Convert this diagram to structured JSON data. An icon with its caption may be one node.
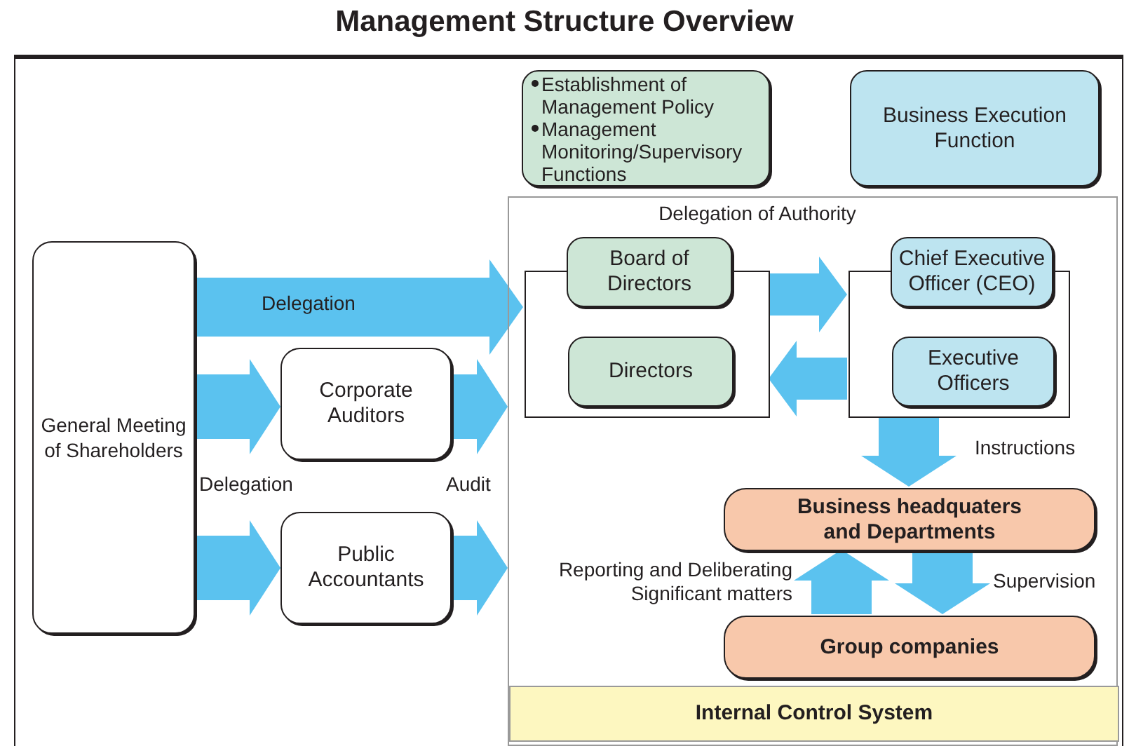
{
  "diagram": {
    "title": "Management Structure Overview",
    "nodes": [
      {
        "text": [
          "Establishment of Management Policy",
          "Management Monitoring/Supervisory Functions"
        ]
      },
      {
        "text": [
          "Business Execution Function"
        ]
      },
      {
        "text": [],
        "shape": "box"
      },
      {
        "text": [],
        "shape": "box",
        "in": 2
      },
      {
        "text": [
          "Board of Directors"
        ],
        "in": 2
      },
      {
        "text": [
          "Directors"
        ],
        "in": 3
      },
      {
        "text": [],
        "shape": "box",
        "in": 2
      },
      {
        "text": [
          "Chief Executive Officer (CEO)"
        ],
        "in": 2
      },
      {
        "text": [
          "Executive Officers"
        ],
        "in": 6
      },
      {
        "text": [
          "General Meeting of Shareholders"
        ]
      },
      {
        "text": [
          "Corporate Auditors"
        ]
      },
      {
        "text": [
          "Public Accountants"
        ]
      },
      {
        "text": [
          "Business headquaters and Departments"
        ],
        "in": 2
      },
      {
        "text": [
          "Group companies"
        ],
        "in": 2
      },
      {
        "text": [
          "Internal Control System"
        ],
        "in": 2
      }
    ],
    "edges": [
      {
        "from": 9,
        "to": 3,
        "arrow": "to",
        "label": "Delegation"
      },
      {
        "from": 9,
        "to": 10,
        "arrow": "to"
      },
      {
        "from": 9,
        "to": 11,
        "arrow": "to"
      },
      {
        "from": 10,
        "to": 2,
        "arrow": "to"
      },
      {
        "from": 11,
        "to": 2,
        "arrow": "to"
      },
      {
        "from": 3,
        "to": 6,
        "arrow": "to"
      },
      {
        "from": 6,
        "to": 3,
        "arrow": "to"
      },
      {
        "from": 6,
        "to": 12,
        "arrow": "to",
        "label": "Instructions"
      },
      {
        "from": 13,
        "to": 12,
        "arrow": "to",
        "label": "Reporting and Deliberating Significant matters"
      },
      {
        "from": 12,
        "to": 13,
        "arrow": "to",
        "label": "Supervision"
      }
    ],
    "labels": [
      "Delegation of Authority",
      "Delegation",
      "Audit"
    ]
  }
}
